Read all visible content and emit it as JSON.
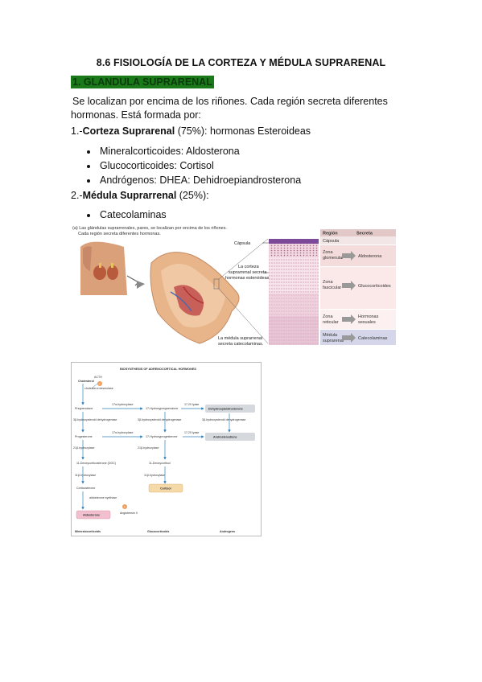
{
  "doc": {
    "title": "8.6 FISIOLOGÍA DE LA CORTEZA Y MÉDULA SUPRARENAL",
    "section1": "1. GLANDULA SUPRARENAL",
    "intro_line1": "Se localizan por encima de los riñones. Cada región secreta diferentes",
    "intro_line2": "hormonas. Está formada por:",
    "item1_prefix": "1.-",
    "item1_bold": "Corteza Suprarenal",
    "item1_rest": " (75%): hormonas Esteroideas",
    "item1_bullets": [
      "Mineralcorticoides: Aldosterona",
      "Glucocorticoides: Cortisol",
      "Andrógenos: DHEA: Dehidroepiandrosterona"
    ],
    "item2_prefix": "2.-",
    "item2_bold": "Médula Suprarrenal",
    "item2_rest": " (25%):",
    "item2_bullets": [
      "Catecolaminas"
    ]
  },
  "figure1": {
    "caption_a": "(a) Las glándulas suprarrenales, pares, se localizan por encima de los riñones.",
    "caption_b": "Cada región secreta diferentes hormonas.",
    "label_capsula": "Cápsula",
    "label_corteza_1": "La corteza",
    "label_corteza_2": "suprarrenal secreta",
    "label_corteza_3": "hormonas esteroideas.",
    "label_medula_1": "La médula suprarrenal",
    "label_medula_2": "secreta catecolaminas.",
    "table": {
      "head_region": "Región",
      "head_secreta": "Secreta",
      "capsula": "Cápsula",
      "rows": [
        {
          "region1": "Zona",
          "region2": "glomerular",
          "secreta1": "Aldosterona",
          "secreta2": ""
        },
        {
          "region1": "Zona",
          "region2": "fascicular",
          "secreta1": "Glucocorticoides",
          "secreta2": ""
        },
        {
          "region1": "Zona",
          "region2": "reticular",
          "secreta1": "Hormonas",
          "secreta2": "sexuales"
        },
        {
          "region1": "Médula",
          "region2": "suprarenal",
          "secreta1": "Catecolaminas",
          "secreta2": ""
        }
      ]
    },
    "colors": {
      "table_head": "#e3c8c8",
      "glomerular": "#f5dcdc",
      "fascicular": "#fbe8e8",
      "reticular": "#fdf0f0",
      "medula": "#d6d6ea"
    }
  },
  "figure2": {
    "title": "BIOSYNTHESIS OF ADRENOCORTICAL HORMONES",
    "acth": "ACTH",
    "cholesterol": "Cholesterol",
    "desmolase": "cholesterol desmolase",
    "pregnenolone": "Pregnenolone",
    "hydroxylase17": "17α-hydroxylase",
    "hydroxypreg": "17-Hydroxypregnenolone",
    "lyase": "17,20 lyase",
    "dhea": "Dehydroepiandrosterone",
    "hsd_left": "3β-hydroxysteroid dehydrogenase",
    "hsd_mid": "3β-hydroxysteroid dehydrogenase",
    "hsd_right": "3β-hydroxysteroid dehydrogenase",
    "progesterone": "Progesterone",
    "hydroxyprog": "17-Hydroxyprogesterone",
    "androstenedione": "Androstenedione",
    "hydroxylase21": "21β-hydroxylase",
    "doc": "11-Deoxycorticosterone (DOC)",
    "deoxycortisol": "11-Deoxycortisol",
    "hydroxylase11": "11β-hydroxylase",
    "corticosterone": "Corticosterone",
    "cortisol": "Cortisol",
    "aldo_synthase": "aldosterone synthase",
    "angiotensin": "Angiotensin II",
    "aldosterone": "Aldosterone",
    "col_mineral": "Mineralocorticoids",
    "col_gluco": "Glucocorticoids",
    "col_andro": "Androgens",
    "colors": {
      "arrow": "#2f7fb8",
      "box_grey": "#d5d8dc",
      "box_cortisol": "#f6d9a8",
      "box_aldo": "#f2bfcf",
      "badge": "#f0a060"
    }
  }
}
